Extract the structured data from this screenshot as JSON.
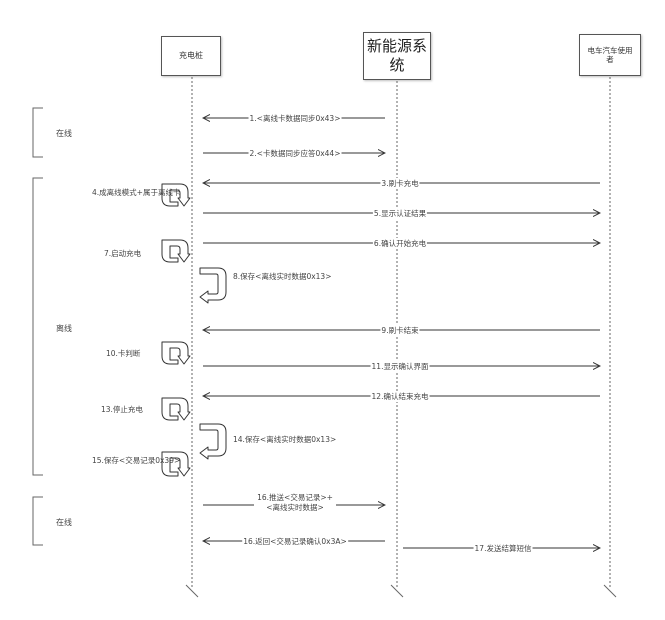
{
  "actors": {
    "charging_pile": "充电桩",
    "energy_system": "新能源系统",
    "ev_user": "电车汽车使用者"
  },
  "phases": {
    "online_top": "在线",
    "offline": "离线",
    "online_bottom": "在线"
  },
  "messages": {
    "m1": "1.<离线卡数据同步0x43>",
    "m2": "2.<卡数据同步应答0x44>",
    "m3": "3.刷卡充电",
    "m4": "4.成离线模式+属于离线卡",
    "m5": "5.显示认证结果",
    "m6": "6.确认开始充电",
    "m7": "7.启动充电",
    "m8": "8.保存<离线实时数据0x13>",
    "m9": "9.刷卡结束",
    "m10": "10.卡判断",
    "m11": "11.显示确认界面",
    "m12": "12.确认结束充电",
    "m13": "13.停止充电",
    "m14": "14.保存<离线实时数据0x13>",
    "m15": "15.保存<交易记录0x39>",
    "m16a": "16.推送<交易记录>+<离线实时数据>",
    "m16b": "16.返回<交易记录确认0x3A>",
    "m17": "17.发送结算短信"
  }
}
